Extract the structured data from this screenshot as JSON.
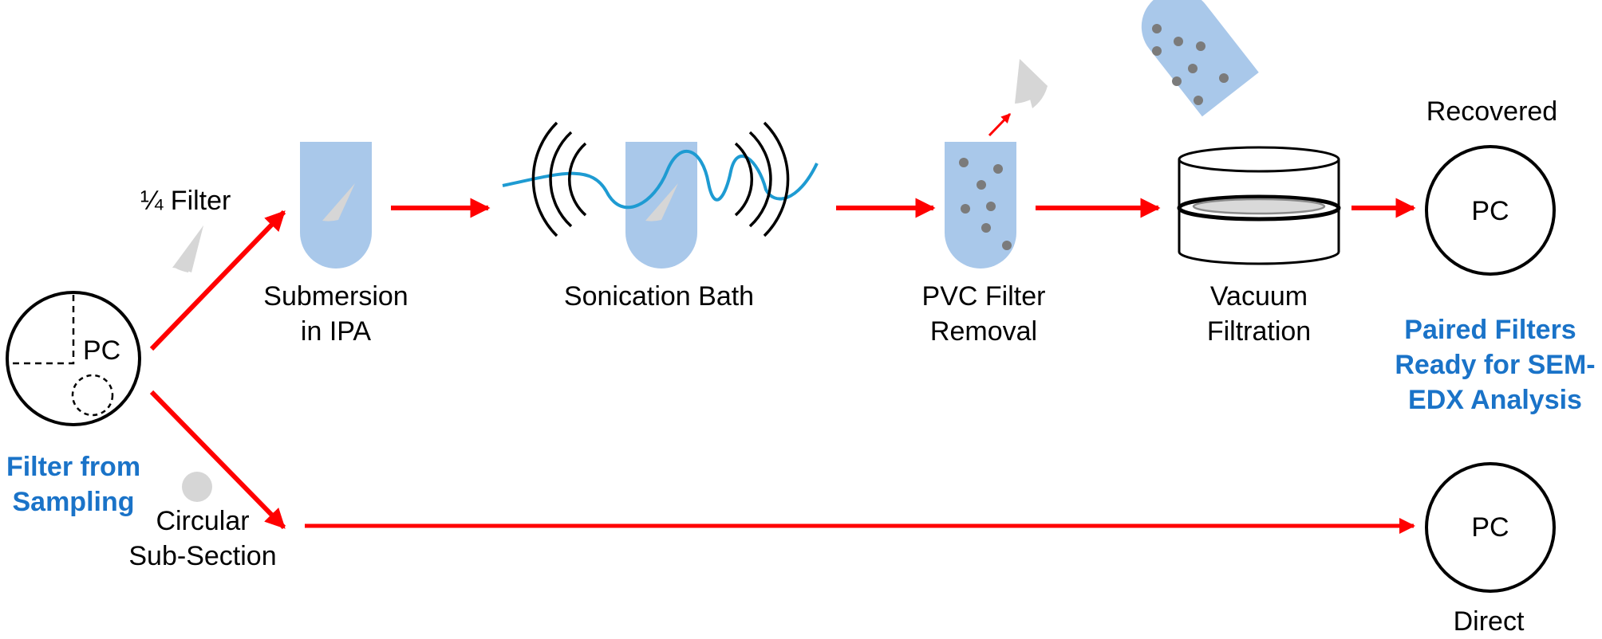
{
  "colors": {
    "arrow": "#ff0000",
    "liquid": "#a9c8ea",
    "wave": "#1e9bd2",
    "particle": "#7b7b7b",
    "filter_piece": "#d6d6d6",
    "highlight_text": "#1a73c8"
  },
  "source": {
    "pc_label": "PC",
    "caption_line1": "Filter from",
    "caption_line2": "Sampling"
  },
  "branches": {
    "quarter_label": "¼ Filter",
    "circular_line1": "Circular",
    "circular_line2": "Sub-Section"
  },
  "steps": {
    "submersion_line1": "Submersion",
    "submersion_line2": "in IPA",
    "sonication": "Sonication Bath",
    "pvc_line1": "PVC Filter",
    "pvc_line2": "Removal",
    "vacuum_line1": "Vacuum",
    "vacuum_line2": "Filtration"
  },
  "outputs": {
    "recovered_label": "Recovered",
    "recovered_pc": "PC",
    "direct_label": "Direct",
    "direct_pc": "PC",
    "paired_line1": "Paired Filters",
    "paired_line2": "Ready for SEM-",
    "paired_line3": "EDX Analysis"
  }
}
